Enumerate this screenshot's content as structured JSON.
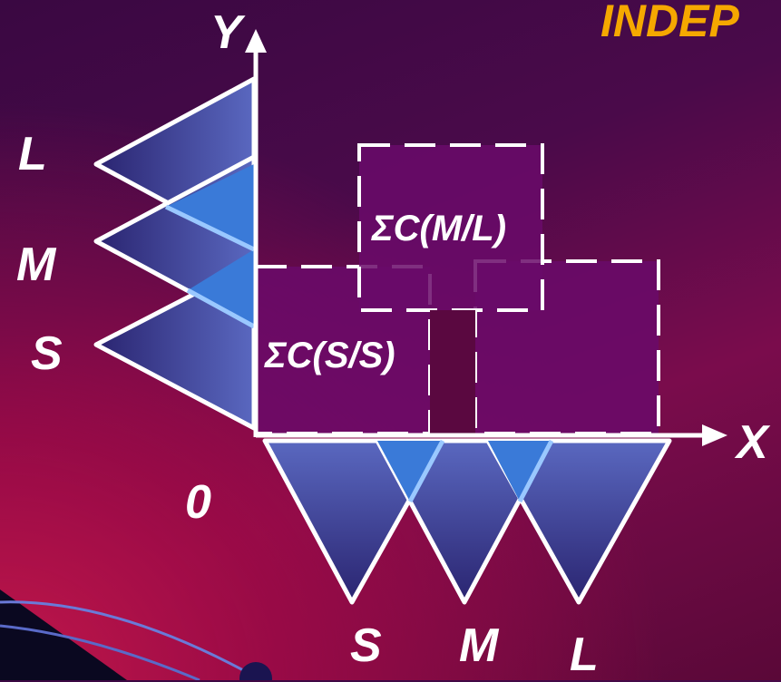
{
  "title": "INDEP",
  "axes": {
    "x_label": "X",
    "y_label": "Y",
    "origin_label": "0"
  },
  "y_sets": [
    "L",
    "M",
    "S"
  ],
  "x_sets": [
    "S",
    "M",
    "L"
  ],
  "rules": {
    "rule_ss": "ΣC(S/S)",
    "rule_ml": "ΣC(M/L)"
  },
  "colors": {
    "background": "#4a0a4a",
    "accent": "#f5a800",
    "triangle_fill": "#4a5aa8",
    "overlap_fill": "#3a7ad8",
    "box_fill": "#6a0a6a"
  }
}
